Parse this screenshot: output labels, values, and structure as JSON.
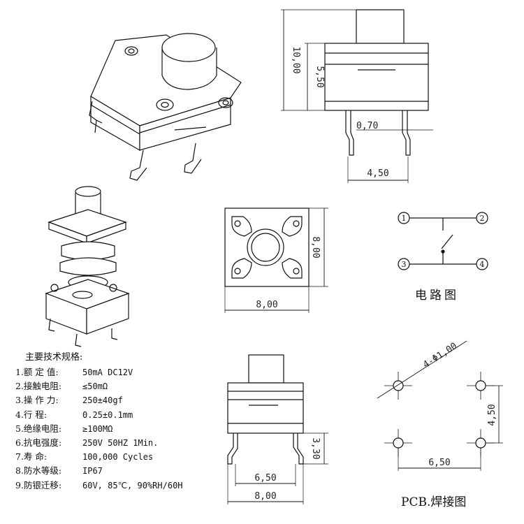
{
  "dimensions": {
    "side_total_height": "10,00",
    "side_body_height": "5,50",
    "pin_width": "0,70",
    "pin_spacing": "4,50",
    "top_height": "8,00",
    "top_width": "8,00",
    "front_pin_height": "3,30",
    "front_pin_spacing": "6,50",
    "front_width": "8,00",
    "pcb_hole_spec": "4-Φ1,00",
    "pcb_vertical_spacing": "4,50",
    "pcb_horizontal_spacing": "6,50"
  },
  "circuit": {
    "terminals": [
      "1",
      "2",
      "3",
      "4"
    ],
    "caption": "电路图"
  },
  "pcb": {
    "caption": "PCB.焊接图"
  },
  "specs": {
    "title": "主要技术规格:",
    "items": [
      {
        "label": "1.额 定 值:",
        "value": "50mA DC12V"
      },
      {
        "label": "2.接触电阻:",
        "value": "≤50mΩ"
      },
      {
        "label": "3.操 作 力:",
        "value": "250±40gf"
      },
      {
        "label": "4.行    程:",
        "value": "0.25±0.1mm"
      },
      {
        "label": "5.绝缘电阻:",
        "value": "≥100MΩ"
      },
      {
        "label": "6.抗电强度:",
        "value": "250V 50HZ 1Min."
      },
      {
        "label": "7.寿    命:",
        "value": "100,000 Cycles"
      },
      {
        "label": "8.防水等级:",
        "value": "IP67"
      },
      {
        "label": "9.防银迁移:",
        "value": "60V, 85℃, 90%RH/60H"
      }
    ]
  }
}
